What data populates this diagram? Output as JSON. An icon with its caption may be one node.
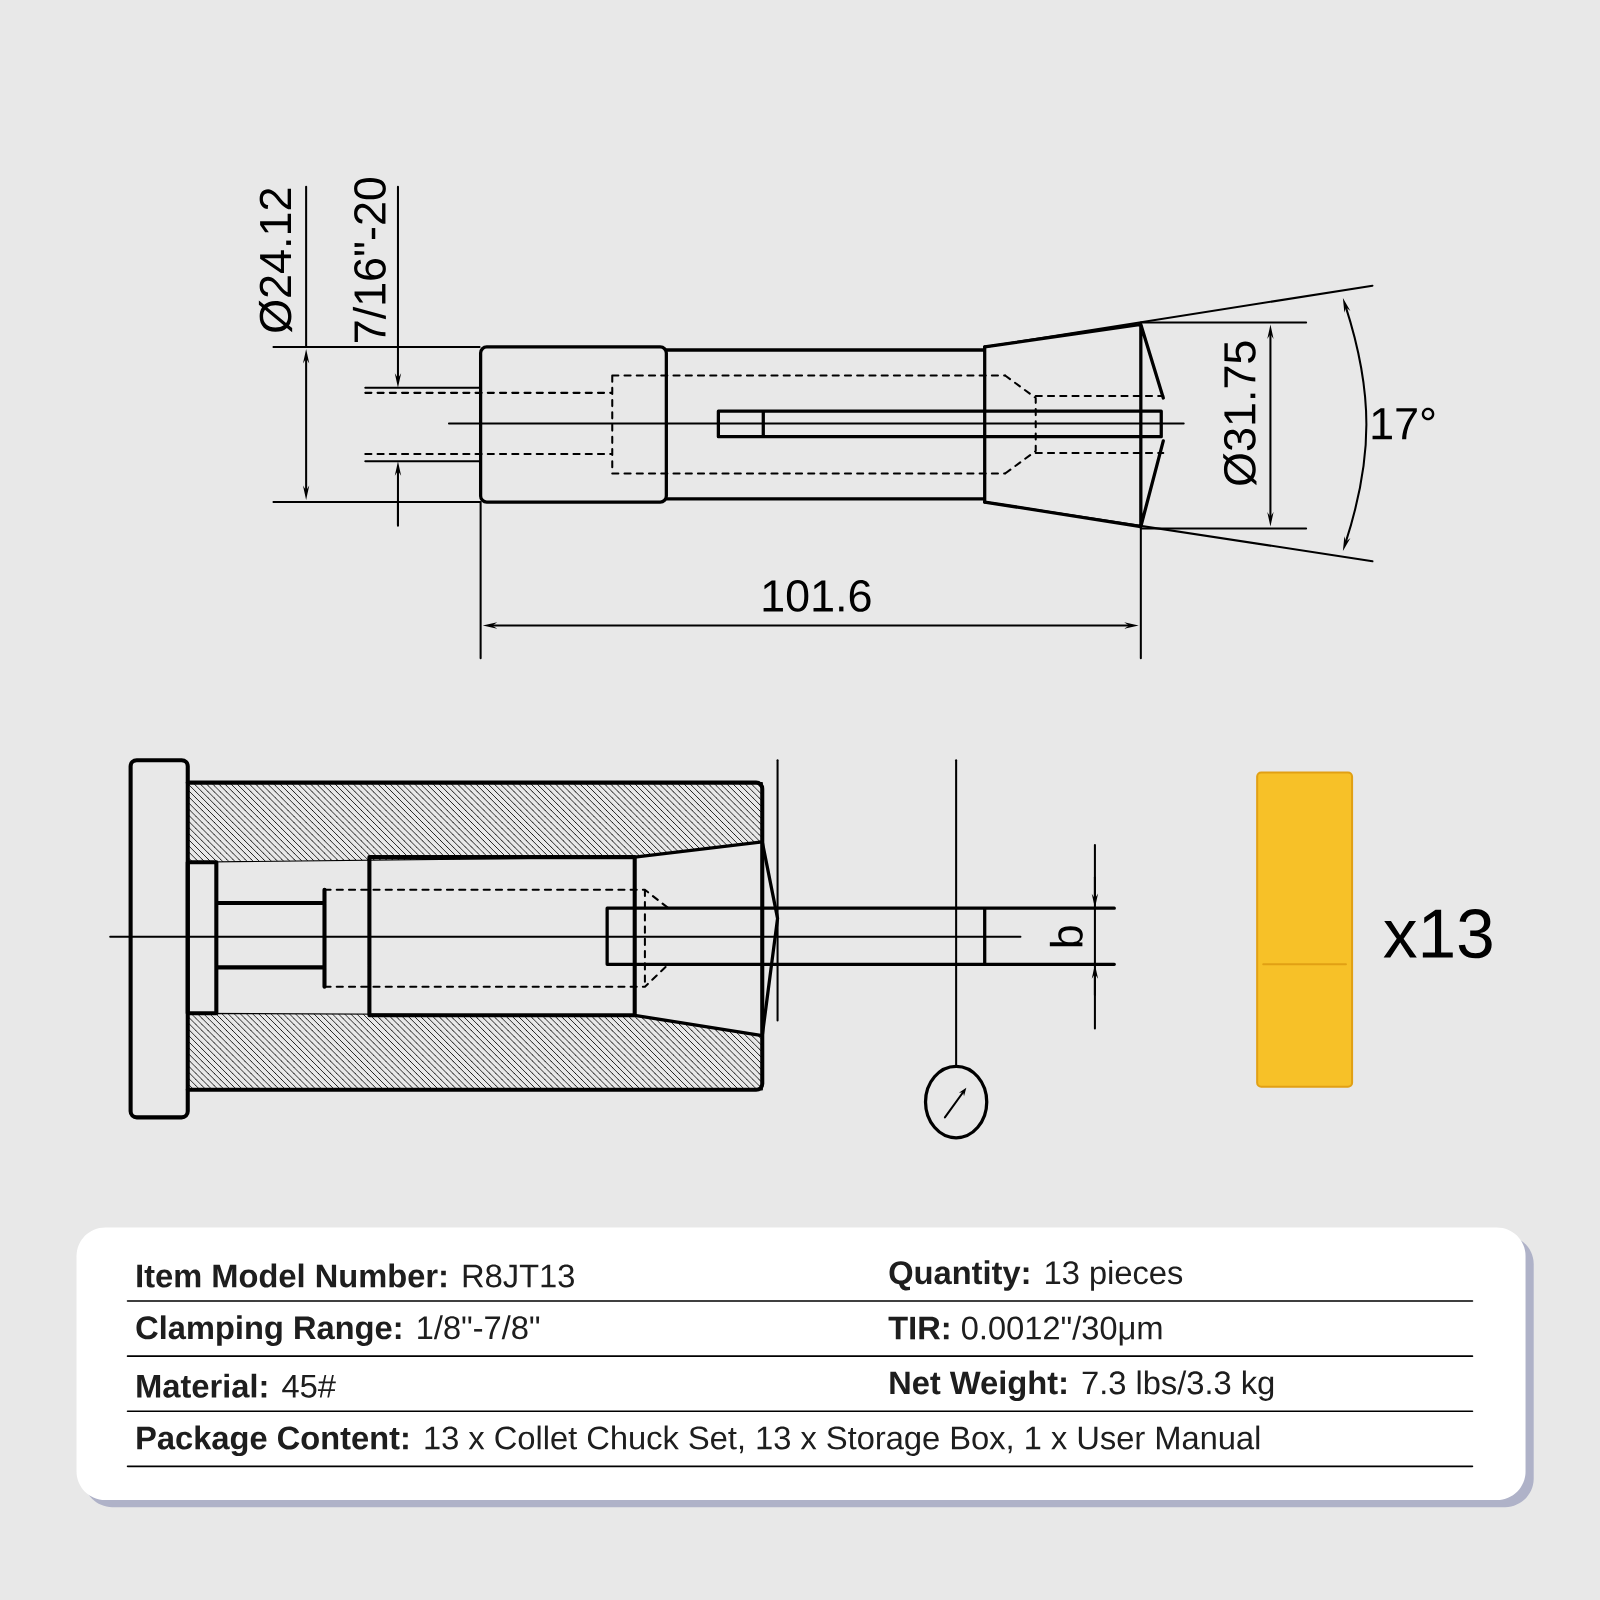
{
  "diagram": {
    "labels": [
      "Ø24.12",
      "7/16\"-20",
      "Ø31.75",
      "17°",
      "101.6",
      "b",
      "x13",
      "**Item Model Number:** R8JT13",
      "**Quantity:** 13 pieces",
      "**Clamping Range:** 1/8\"-7/8\"",
      "**TIR:** 0.0012\"/30μm",
      "**Material:** 45#",
      "**Net Weight:** 7.3 lbs/3.3 kg",
      "**Package Content:** 13 x Collet Chuck Set, 13 x Storage Box, 1 x User Manual"
    ]
  }
}
